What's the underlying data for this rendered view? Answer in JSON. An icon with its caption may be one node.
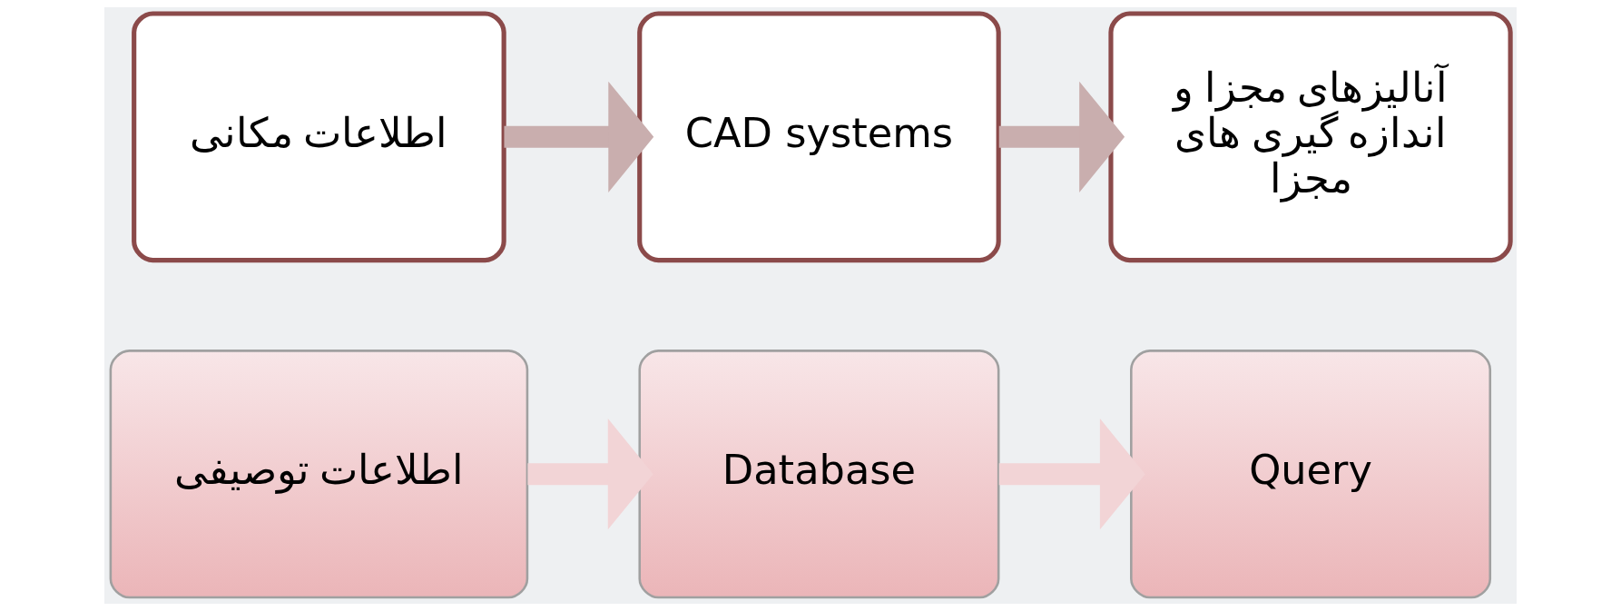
{
  "diagram": {
    "nodes": [
      {
        "text": [
          "اطلاعات مکانی"
        ]
      },
      {
        "text": [
          "CAD systems"
        ]
      },
      {
        "text": [
          "آنالیزهای مجزا و اندازه گیری های مجزا"
        ]
      },
      {
        "text": [
          "اطلاعات توصیفی"
        ]
      },
      {
        "text": [
          "Database"
        ]
      },
      {
        "text": [
          "Query"
        ]
      }
    ],
    "edges": [
      {
        "from": 0,
        "to": 1,
        "arrow": "to"
      },
      {
        "from": 1,
        "to": 2,
        "arrow": "to"
      },
      {
        "from": 3,
        "to": 4,
        "arrow": "to",
        "color": "#f2d4d6"
      },
      {
        "from": 4,
        "to": 5,
        "arrow": "to",
        "color": "#f2d4d6"
      }
    ]
  }
}
